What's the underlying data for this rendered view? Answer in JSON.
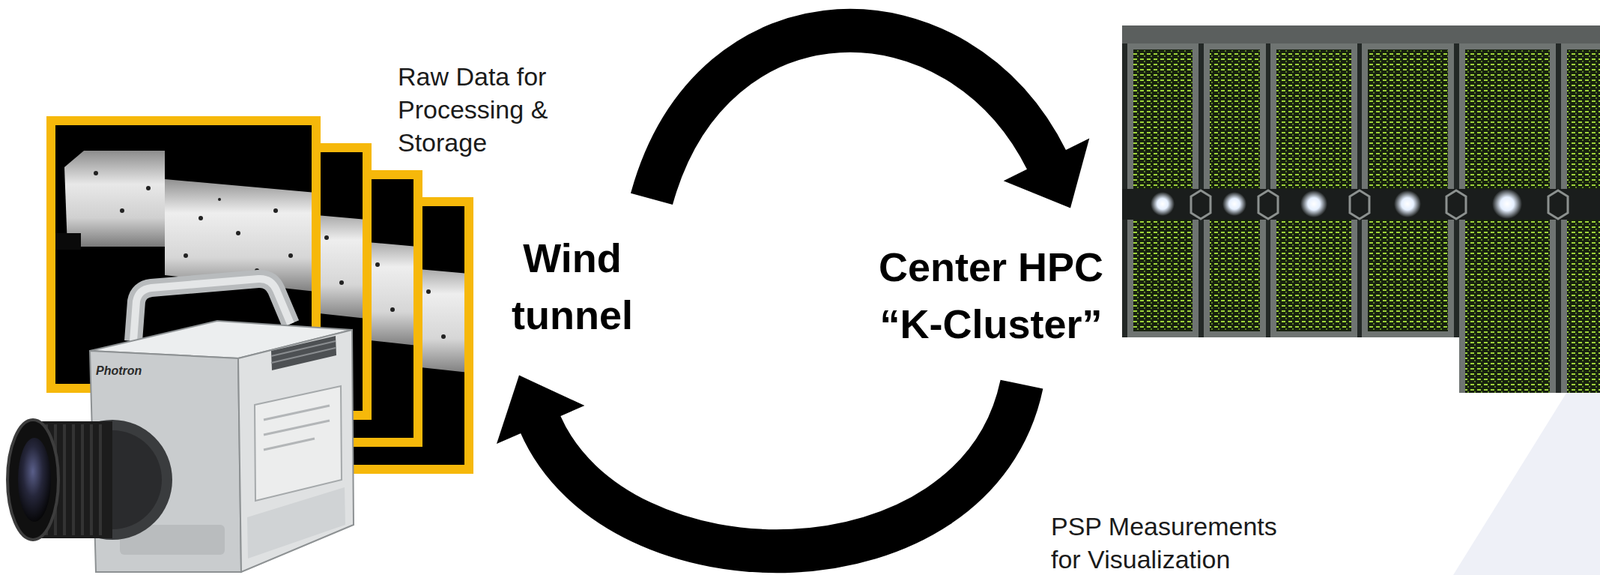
{
  "diagram": {
    "nodes": [
      {
        "text": [
          "Wind tunnel"
        ]
      },
      {
        "text": [
          "Center HPC “K-Cluster”"
        ]
      }
    ],
    "edges": [
      {
        "from": 0,
        "to": 1,
        "arrow": "to",
        "label": "Raw Data for Processing & Storage"
      },
      {
        "from": 1,
        "to": 0,
        "arrow": "to",
        "label": "PSP Measurements for Visualization"
      }
    ],
    "labels": [
      "Photron"
    ]
  }
}
